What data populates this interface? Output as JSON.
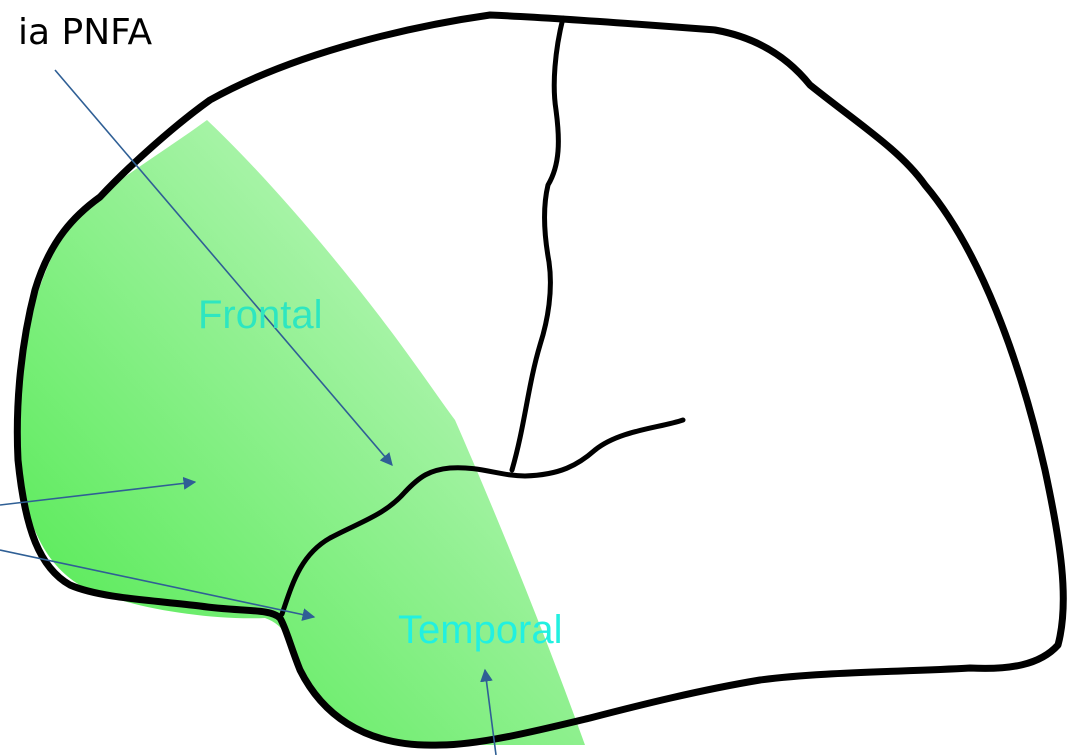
{
  "diagram": {
    "caption": "ia PNFA",
    "labels": {
      "frontal": "Frontal",
      "temporal": "Temporal"
    }
  },
  "colors": {
    "outline": "#000000",
    "highlight_light": "#c4f8c4",
    "highlight_dark": "#3fe83f",
    "frontal_label": "#2ee6c0",
    "temporal_label": "#22f0e0",
    "pointer": "#2f5f95"
  }
}
